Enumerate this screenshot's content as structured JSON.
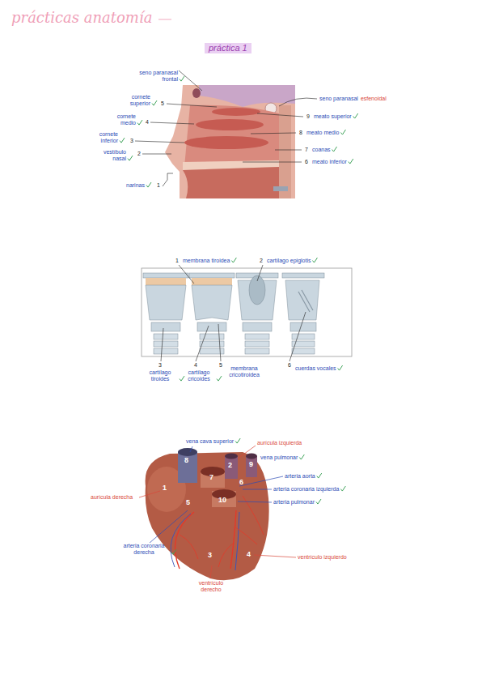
{
  "diagram": {
    "title": "prácticas anatomía",
    "labels": [
      "práctica 1",
      "seno paranasal frontal",
      "cornete superior",
      "5",
      "cornete medio",
      "4",
      "cornete inferior",
      "3",
      "vestíbulo nasal",
      "2",
      "narinas",
      "1",
      "seno paranasal",
      "esfenoidal",
      "9",
      "meato superior",
      "8",
      "meato medio",
      "7",
      "coanas",
      "6",
      "meato inferior",
      "1",
      "membrana tiroidea",
      "2",
      "cartílago epiglotis",
      "3",
      "cartílago tiroides",
      "4",
      "cartílago cricoides",
      "5",
      "membrana cricotiroidea",
      "6",
      "cuerdas vocales",
      "vena cava superior",
      "aurícula izquierda",
      "vena pulmonar",
      "arteria aorta",
      "arteria coronaria izquierda",
      "arteria pulmonar",
      "aurícula derecha",
      "arteria coronaria derecha",
      "ventrículo izquierdo",
      "ventrículo derecho",
      "1",
      "8",
      "2",
      "9",
      "7",
      "6",
      "5",
      "10",
      "3",
      "4"
    ]
  }
}
